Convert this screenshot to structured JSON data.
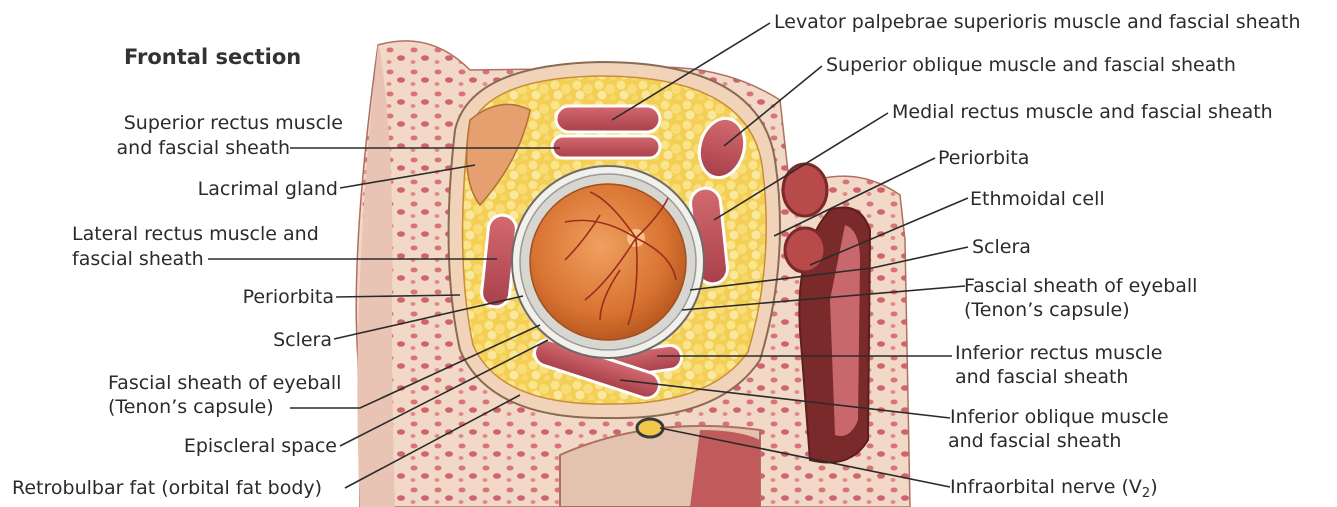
{
  "title": "Frontal section",
  "labels": {
    "superior_rectus_l1": "Superior rectus muscle",
    "superior_rectus_l2": "and fascial sheath",
    "lacrimal_gland": "Lacrimal gland",
    "lateral_rectus_l1": "Lateral rectus muscle and",
    "lateral_rectus_l2": "fascial sheath",
    "periorbita_left": "Periorbita",
    "sclera_left": "Sclera",
    "tenon_left_l1": "Fascial sheath of eyeball",
    "tenon_left_l2": "(Tenon’s capsule)",
    "episcleral_space": "Episcleral space",
    "retrobulbar_fat": "Retrobulbar fat (orbital fat body)",
    "levator": "Levator palpebrae superioris muscle and fascial sheath",
    "superior_oblique": "Superior oblique muscle and fascial sheath",
    "medial_rectus": "Medial rectus muscle and fascial sheath",
    "periorbita_right": "Periorbita",
    "ethmoidal_cell": "Ethmoidal cell",
    "sclera_right": "Sclera",
    "tenon_right_l1": "Fascial sheath of eyeball",
    "tenon_right_l2": "(Tenon’s capsule)",
    "inferior_rectus_l1": "Inferior rectus muscle",
    "inferior_rectus_l2": "and fascial sheath",
    "inferior_oblique_l1": "Inferior oblique muscle",
    "inferior_oblique_l2": "and fascial sheath",
    "infraorbital_nerve": "Infraorbital nerve (V",
    "infraorbital_nerve_sub": "2",
    "infraorbital_nerve_end": ")"
  },
  "colors": {
    "bone": "#f0d8c6",
    "marrow": "#d9757a",
    "fat": "#f2c84a",
    "muscle": "#c4505a",
    "globe": "#e0833a",
    "sclera": "#e8e6e0",
    "leader": "#2b2b2b"
  }
}
